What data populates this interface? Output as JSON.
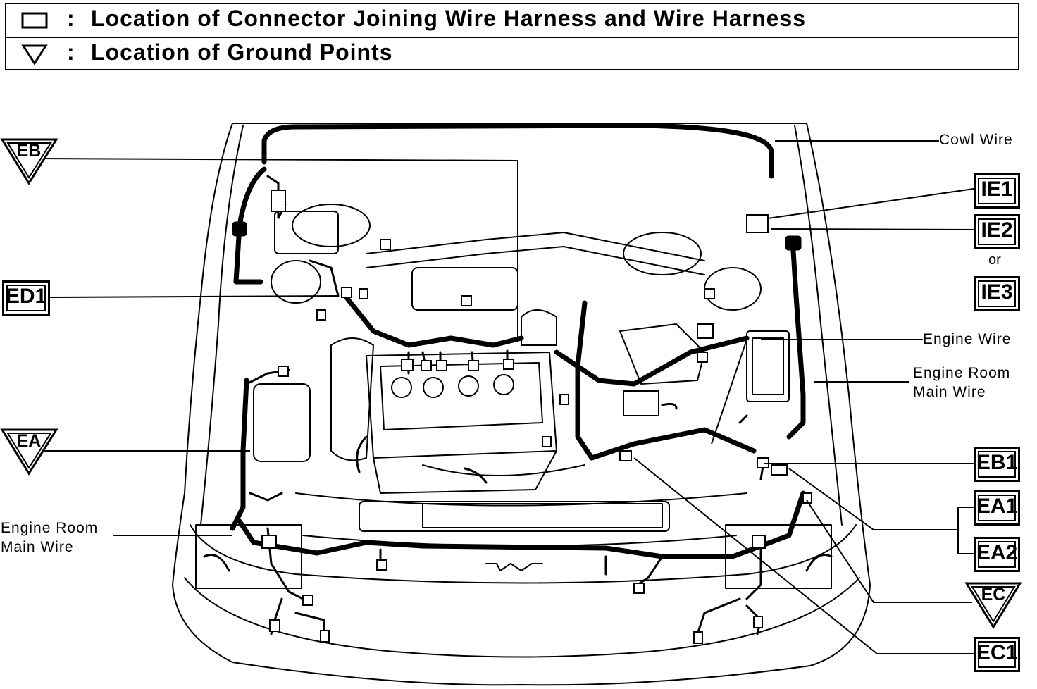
{
  "legend": {
    "connector": {
      "symbol_icon": "rectangle-icon",
      "colon": ":",
      "text": "Location of Connector Joining Wire Harness and Wire Harness"
    },
    "ground": {
      "symbol_icon": "triangle-down-icon",
      "colon": ":",
      "text": "Location of Ground Points"
    }
  },
  "wire_labels": {
    "cowl_wire": "Cowl Wire",
    "engine_wire": "Engine Wire",
    "engine_room_main_wire_right_line1": "Engine Room",
    "engine_room_main_wire_right_line2": "Main Wire",
    "engine_room_main_wire_left_line1": "Engine Room",
    "engine_room_main_wire_left_line2": "Main Wire"
  },
  "connectors": {
    "ie1": "IE1",
    "ie2": "IE2",
    "ie3": "IE3",
    "ed1": "ED1",
    "eb1": "EB1",
    "ea1": "EA1",
    "ea2": "EA2",
    "ec1": "EC1"
  },
  "grounds": {
    "eb": "EB",
    "ea": "EA",
    "ec": "EC"
  },
  "or_text": "or",
  "colors": {
    "line": "#000000",
    "background": "#ffffff"
  }
}
